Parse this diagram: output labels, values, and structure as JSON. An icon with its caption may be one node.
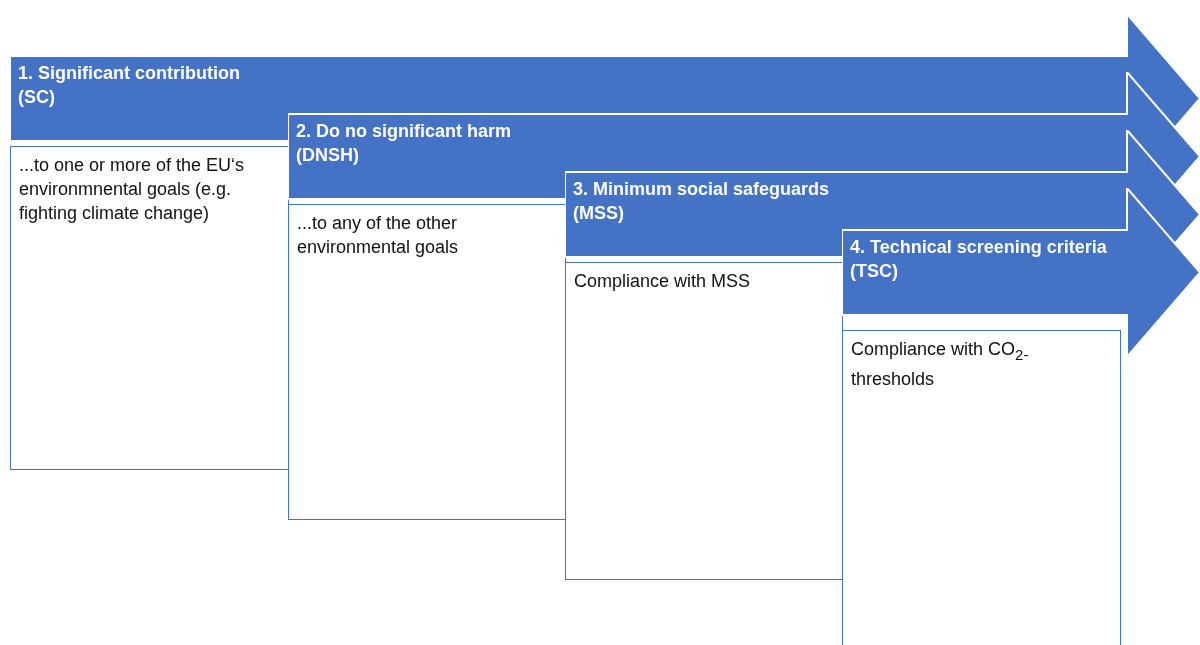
{
  "diagram": {
    "nodes": [
      {
        "text": [
          "1. Significant contribution (SC)"
        ]
      },
      {
        "text": [
          "...to one or more of the EU‘s environmnental goals (e.g. fighting climate change)"
        ]
      },
      {
        "text": [
          "2. Do no significant harm (DNSH)"
        ]
      },
      {
        "text": [
          "...to any of the other environmental goals"
        ]
      },
      {
        "text": [
          "3. Minimum social safeguards (MSS)"
        ]
      },
      {
        "text": [
          "Compliance with MSS"
        ]
      },
      {
        "text": [
          "4. Technical screening criteria (TSC)"
        ]
      },
      {
        "text": [
          "Compliance with CO$_{2-}$ thresholds"
        ]
      }
    ]
  }
}
